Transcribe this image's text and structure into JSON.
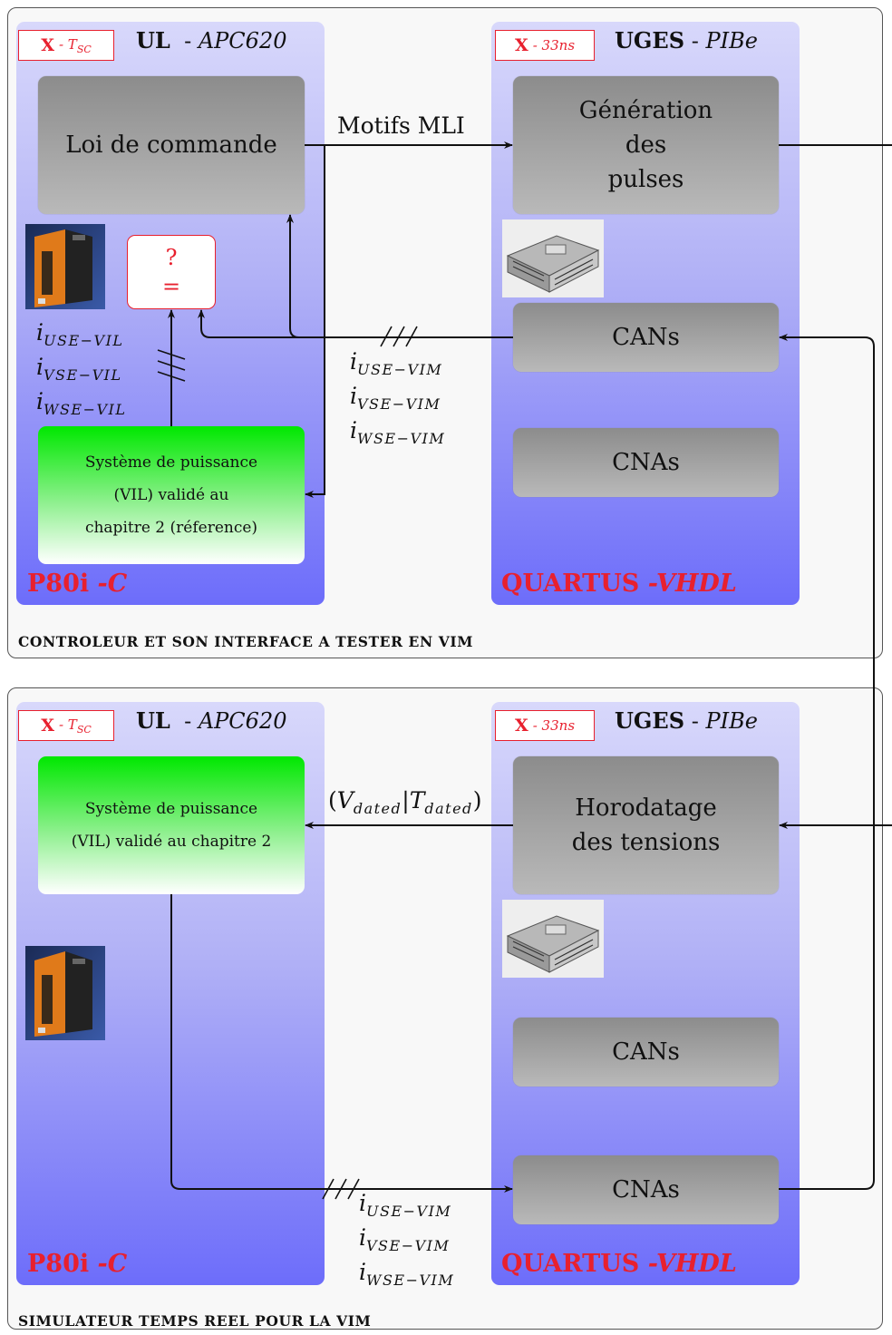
{
  "top_panel": {
    "caption": "CONTROLEUR ET SON INTERFACE A TESTER EN VIM",
    "ul": {
      "tag_x": "X",
      "tag_time": "- TSC",
      "title": "UL",
      "sep": "-",
      "subtitle": "APC620",
      "footer_main": "P80i",
      "footer_lang": "-C"
    },
    "uges": {
      "tag_x": "X",
      "tag_time": "- 33ns",
      "title": "UGES",
      "sep": "-",
      "subtitle": "PIBe",
      "footer_main": "QUARTUS",
      "footer_lang": "-VHDL"
    },
    "blocks": {
      "loi": "Loi de commande",
      "generation": [
        "Génération",
        "des",
        "pulses"
      ],
      "cans": "CANs",
      "cnas": "CNAs",
      "systeme": [
        "Système de puissance",
        "(VIL) validé au",
        "chapitre 2 (réference)"
      ],
      "compare_top": "?",
      "compare_bottom": "="
    },
    "signals": {
      "motifs": "Motifs MLI",
      "vil": [
        "i_USE−VIL",
        "i_VSE−VIL",
        "i_WSE−VIL"
      ],
      "vim": [
        "i_USE−VIM",
        "i_VSE−VIM",
        "i_WSE−VIM"
      ]
    }
  },
  "bottom_panel": {
    "caption": "SIMULATEUR TEMPS REEL POUR LA VIM",
    "ul": {
      "tag_x": "X",
      "tag_time": "- TSC",
      "title": "UL",
      "sep": "-",
      "subtitle": "APC620",
      "footer_main": "P80i",
      "footer_lang": "-C"
    },
    "uges": {
      "tag_x": "X",
      "tag_time": "- 33ns",
      "title": "UGES",
      "sep": "-",
      "subtitle": "PIBe",
      "footer_main": "QUARTUS",
      "footer_lang": "-VHDL"
    },
    "blocks": {
      "systeme": [
        "Système de puissance",
        "(VIL) validé au chapitre 2"
      ],
      "horodatage": [
        "Horodatage",
        "des tensions"
      ],
      "cans": "CANs",
      "cnas": "CNAs"
    },
    "signals": {
      "dated": "(V_dated|T_dated)",
      "vim": [
        "i_USE−VIM",
        "i_VSE−VIM",
        "i_WSE−VIM"
      ]
    }
  },
  "colors": {
    "accent_red": "#e8202e",
    "green": "#00e800",
    "blue": "#6d6dfa",
    "gray": "#8c8c8c"
  },
  "icons": [
    "apc620-device-icon",
    "pibe-board-icon"
  ]
}
